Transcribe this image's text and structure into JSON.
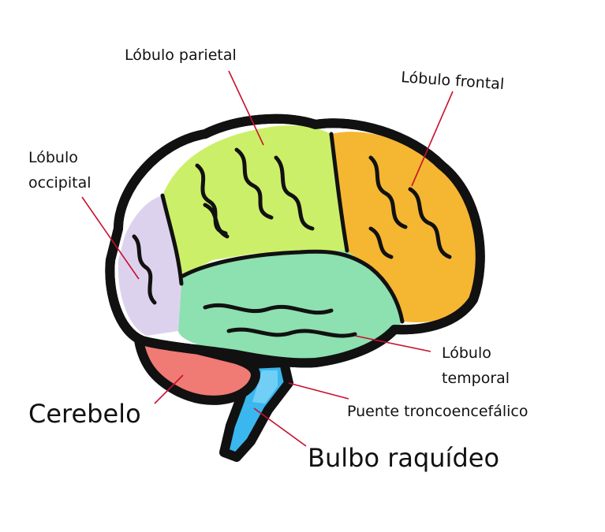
{
  "labels": {
    "parietal": "Lóbulo parietal",
    "frontal": "Lóbulo frontal",
    "occipital_line1": "Lóbulo",
    "occipital_line2": "occipital",
    "temporal_line1": "Lóbulo",
    "temporal_line2": "temporal",
    "cerebellum": "Cerebelo",
    "pons": "Puente troncoencefálico",
    "medulla": "Bulbo raquídeo"
  },
  "colors": {
    "parietal": "#ccef6a",
    "frontal": "#f5b631",
    "occipital": "#ddd2ee",
    "temporal": "#8de0b0",
    "cerebellum": "#f07a74",
    "brainstem": "#3ab7ee",
    "leader_line": "#c8102e",
    "outline": "#111111"
  }
}
